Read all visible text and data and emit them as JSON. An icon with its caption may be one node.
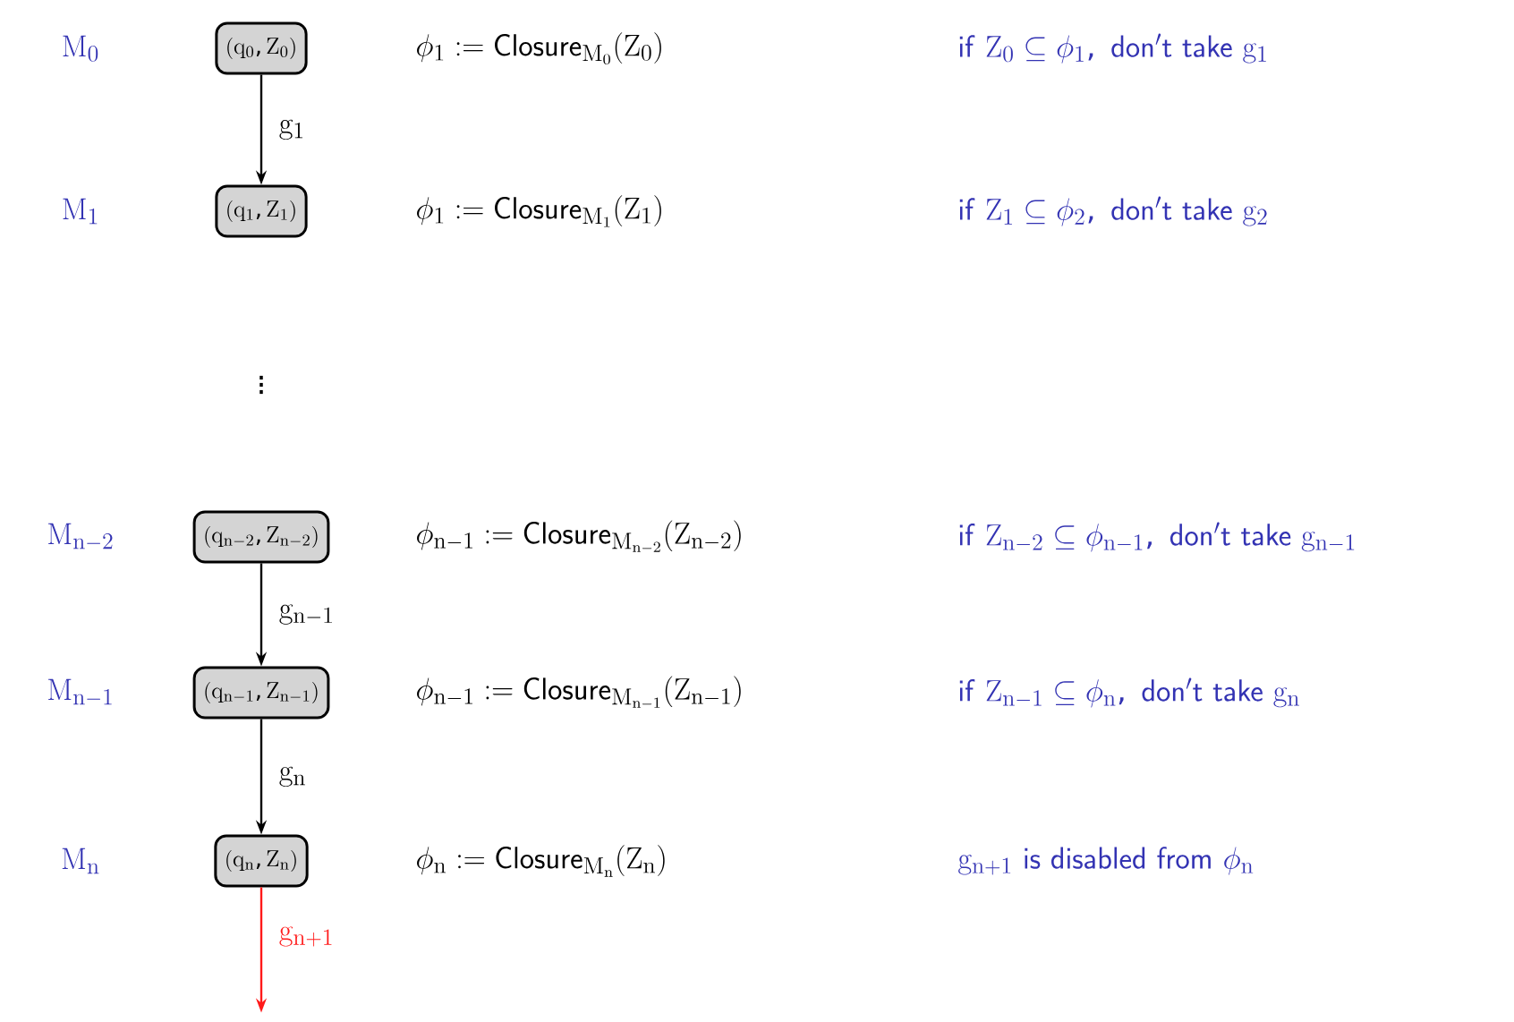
{
  "diagram": {
    "nodes": [
      {
        "text": [
          "(q_0, Z_0)"
        ]
      },
      {
        "text": [
          "(q_1, Z_1)"
        ]
      },
      {
        "text": [
          "(q_{n-2}, Z_{n-2})"
        ]
      },
      {
        "text": [
          "(q_{n-1}, Z_{n-1})"
        ]
      },
      {
        "text": [
          "(q_n, Z_n)"
        ]
      }
    ],
    "edges": [
      {
        "from": 0,
        "to": 1,
        "arrow": "to",
        "label": "g_1"
      },
      {
        "from": 2,
        "to": 3,
        "arrow": "to",
        "label": "g_{n-1}"
      },
      {
        "from": 3,
        "to": 4,
        "arrow": "to",
        "label": "g_n"
      },
      {
        "from": 4,
        "to": null,
        "arrow": "to",
        "label": "g_{n+1}",
        "color": "#ff1a1a"
      }
    ],
    "labels": [
      "M_0",
      "\\phi_1 := \\mathsf{Closure}_{M_0}(Z_0)",
      "\\mathsf{if}\\ Z_0 \\subseteq \\phi_1\\mathsf{,\\ don't\\ take}\\ g_1",
      "M_1",
      "\\phi_1 := \\mathsf{Closure}_{M_1}(Z_1)",
      "\\mathsf{if}\\ Z_1 \\subseteq \\phi_2\\mathsf{,\\ don't\\ take}\\ g_2",
      "\\vdots",
      "M_{n-2}",
      "\\phi_{n-1} := \\mathsf{Closure}_{M_{n-2}}(Z_{n-2})",
      "\\mathsf{if}\\ Z_{n-2} \\subseteq \\phi_{n-1}\\mathsf{,\\ don't\\ take}\\ g_{n-1}",
      "M_{n-1}",
      "\\phi_{n-1} := \\mathsf{Closure}_{M_{n-1}}(Z_{n-1})",
      "\\mathsf{if}\\ Z_{n-1} \\subseteq \\phi_n\\mathsf{,\\ don't\\ take}\\ g_n",
      "M_n",
      "\\phi_n := \\mathsf{Closure}_{M_n}(Z_n)",
      "g_{n+1}\\ \\mathsf{is\\ disabled\\ from}\\ \\phi_n"
    ]
  }
}
